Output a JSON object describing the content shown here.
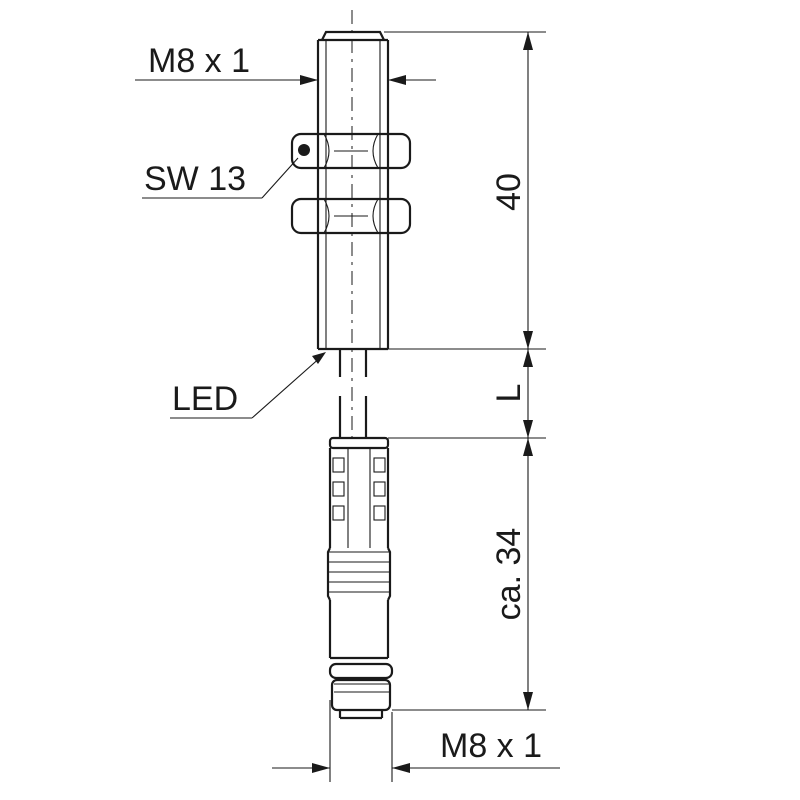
{
  "labels": {
    "thread_top": "M8 x 1",
    "wrench_size": "SW 13",
    "led": "LED",
    "length_body": "40",
    "length_l": "L",
    "length_connector": "ca. 34",
    "thread_bottom": "M8 x 1"
  }
}
